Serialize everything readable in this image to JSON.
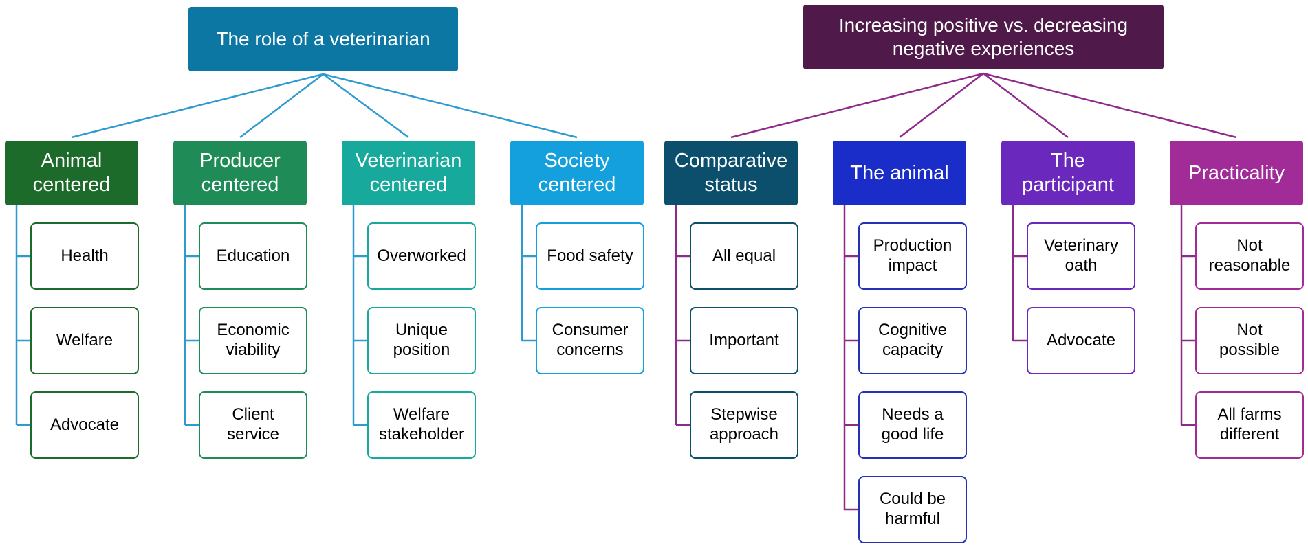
{
  "trees": [
    {
      "root": {
        "label": "The role of a veterinarian",
        "color": "#0d77a3",
        "line_color": "#2e9bd0"
      },
      "categories": [
        {
          "label": "Animal\ncentered",
          "color": "#1d6b2a",
          "leaf_border": "#1d6b2a",
          "line_color": "#2e9bd0",
          "items": [
            "Health",
            "Welfare",
            "Advocate"
          ]
        },
        {
          "label": "Producer\ncentered",
          "color": "#1f8c57",
          "leaf_border": "#1f8c57",
          "line_color": "#2e9bd0",
          "items": [
            "Education",
            "Economic\nviability",
            "Client\nservice"
          ]
        },
        {
          "label": "Veterinarian\ncentered",
          "color": "#17a99b",
          "leaf_border": "#17a99b",
          "line_color": "#2e9bd0",
          "items": [
            "Overworked",
            "Unique\nposition",
            "Welfare\nstakeholder"
          ]
        },
        {
          "label": "Society\ncentered",
          "color": "#13a0dc",
          "leaf_border": "#13a0dc",
          "line_color": "#2e9bd0",
          "items": [
            "Food safety",
            "Consumer\nconcerns"
          ]
        }
      ]
    },
    {
      "root": {
        "label": "Increasing positive vs. decreasing\nnegative experiences",
        "color": "#4f1a4a",
        "line_color": "#8e2a8a"
      },
      "categories": [
        {
          "label": "Comparative\nstatus",
          "color": "#0b4f6c",
          "leaf_border": "#0b4f6c",
          "line_color": "#8e2a8a",
          "items": [
            "All equal",
            "Important",
            "Stepwise\napproach"
          ]
        },
        {
          "label": "The animal",
          "color": "#1a2dc8",
          "leaf_border": "#2531b5",
          "line_color": "#8e2a8a",
          "items": [
            "Production\nimpact",
            "Cognitive\ncapacity",
            "Needs a\ngood life",
            "Could be\nharmful"
          ]
        },
        {
          "label": "The\nparticipant",
          "color": "#6a28bc",
          "leaf_border": "#6a28bc",
          "line_color": "#8e2a8a",
          "items": [
            "Veterinary\noath",
            "Advocate"
          ]
        },
        {
          "label": "Practicality",
          "color": "#a22c97",
          "leaf_border": "#a22c97",
          "line_color": "#8e2a8a",
          "items": [
            "Not\nreasonable",
            "Not\npossible",
            "All farms\ndifferent"
          ]
        }
      ]
    }
  ]
}
